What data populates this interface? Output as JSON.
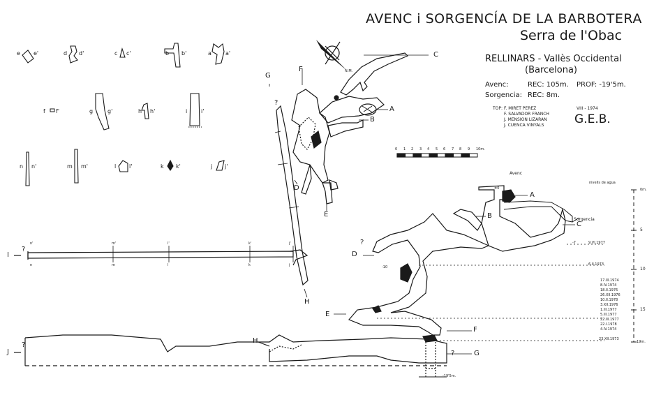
{
  "title": "AVENC i SORGENCÍA DE LA BARBOTERA",
  "subtitle": "Serra de l'Obac",
  "location": "RELLINARS - Vallès Occidental",
  "province": "(Barcelona)",
  "stats": {
    "avenc_label": "Avenc:",
    "avenc_rec": "REC: 105m.",
    "avenc_prof": "PROF: -19'5m.",
    "sorgencia_label": "Sorgencia:",
    "sorgencia_rec": "REC: 8m."
  },
  "team_label": "TOP:",
  "team": [
    "F. MIRET PEREZ",
    "F. SALVADOR FRANCH",
    "J. MENSION LIZARAN",
    "J. CUENCA VINYALS"
  ],
  "date": "VIII - 1974",
  "group": "G.E.B.",
  "north_label": "N.M.",
  "scale_ticks": [
    "0",
    "1",
    "2",
    "3",
    "4",
    "5",
    "6",
    "7",
    "8",
    "9",
    "10m."
  ],
  "section_labels": {
    "e": "e",
    "e2": "e'",
    "d": "d",
    "d2": "d'",
    "c": "c",
    "c2": "c'",
    "b": "b",
    "b2": "b'",
    "a": "a",
    "a2": "a'",
    "f": "f",
    "f2": "f'",
    "g": "g",
    "g2": "g'",
    "h": "h",
    "h2": "h'",
    "i": "i",
    "i2": "i'",
    "n": "n",
    "n2": "n'",
    "m": "m",
    "m2": "m'",
    "l": "l",
    "l2": "l'",
    "k": "k",
    "k2": "k'",
    "j": "j",
    "j2": "j'"
  },
  "plan_labels": {
    "A": "A",
    "B": "B",
    "C": "C",
    "D": "D",
    "E": "E",
    "F": "F",
    "G": "G",
    "H": "H",
    "I": "I",
    "J": "J",
    "Q": "?"
  },
  "profile_labels": {
    "avenc": "Avenc",
    "sorgencia": "Sorgencia",
    "nivells": "nivells de agua",
    "m10": "-10",
    "pm19": "-19'5m.",
    "pm0": "±0",
    "pm7": "-7",
    "m19": "19m."
  },
  "depth_ticks": [
    "0m.",
    "5",
    "10",
    "15",
    "19m."
  ],
  "water_dates_top": [
    "9.VI.1977",
    "6.II.1973"
  ],
  "water_dates": [
    "17.III.1974",
    "8.IV.1974",
    "18.II.1976",
    "26.XII.1976",
    "10.II.1978",
    "3.XII.1976",
    "1.III.1977",
    "5.III.1977",
    "22.III.1977",
    "22.I.1978",
    "4.IV.1974"
  ],
  "water_date_bottom": "23.XII.1973",
  "colors": {
    "ink": "#1a1a1a",
    "paper": "#ffffff"
  }
}
